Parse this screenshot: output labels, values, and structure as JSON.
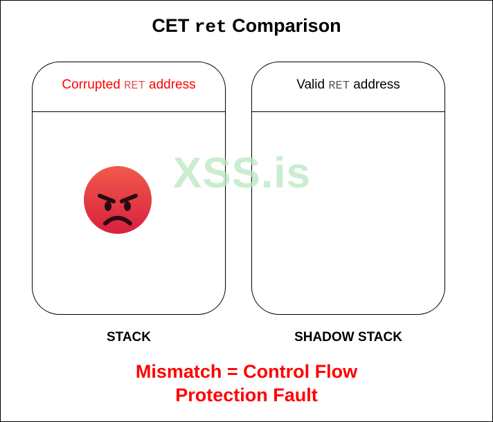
{
  "title": {
    "prefix": "CET",
    "code": "ret",
    "suffix": "Comparison"
  },
  "stack": {
    "header_prefix": "Corrupted",
    "header_code": "RET",
    "header_suffix": "address",
    "label": "STACK",
    "icon": "angry-face-icon"
  },
  "shadow_stack": {
    "header_prefix": "Valid",
    "header_code": "RET",
    "header_suffix": "address",
    "label": "SHADOW STACK"
  },
  "result": {
    "line1": "Mismatch = Control Flow",
    "line2": "Protection Fault"
  },
  "watermark": "XSS.is",
  "colors": {
    "fault_red": "#ff0000",
    "watermark_green": "#b9e8c0",
    "emoji_red_top": "#f05a4a",
    "emoji_red_bottom": "#d9203f"
  }
}
